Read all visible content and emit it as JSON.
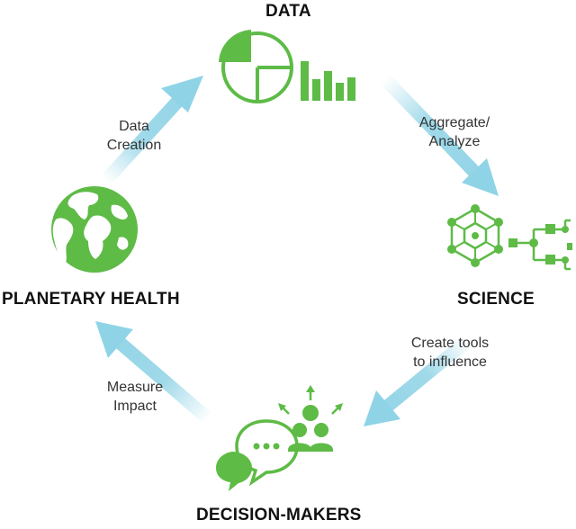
{
  "colors": {
    "icon_green": "#5dbb46",
    "arrow_blue": "#8fd3e6",
    "text_dark": "#111111",
    "text_label": "#333333"
  },
  "nodes": {
    "data": {
      "title": "DATA",
      "icon": "pie-chart-and-bar-chart-icon"
    },
    "science": {
      "title": "SCIENCE",
      "icon": "molecule-and-network-icon"
    },
    "decision_makers": {
      "title": "DECISION-MAKERS",
      "icon": "chat-and-people-icon"
    },
    "planetary_health": {
      "title": "PLANETARY HEALTH",
      "icon": "globe-icon"
    }
  },
  "edges": {
    "data_creation": {
      "line1": "Data",
      "line2": "Creation"
    },
    "aggregate": {
      "line1": "Aggregate/",
      "line2": "Analyze"
    },
    "create_tools": {
      "line1": "Create tools",
      "line2": "to influence"
    },
    "measure_impact": {
      "line1": "Measure",
      "line2": "Impact"
    }
  }
}
